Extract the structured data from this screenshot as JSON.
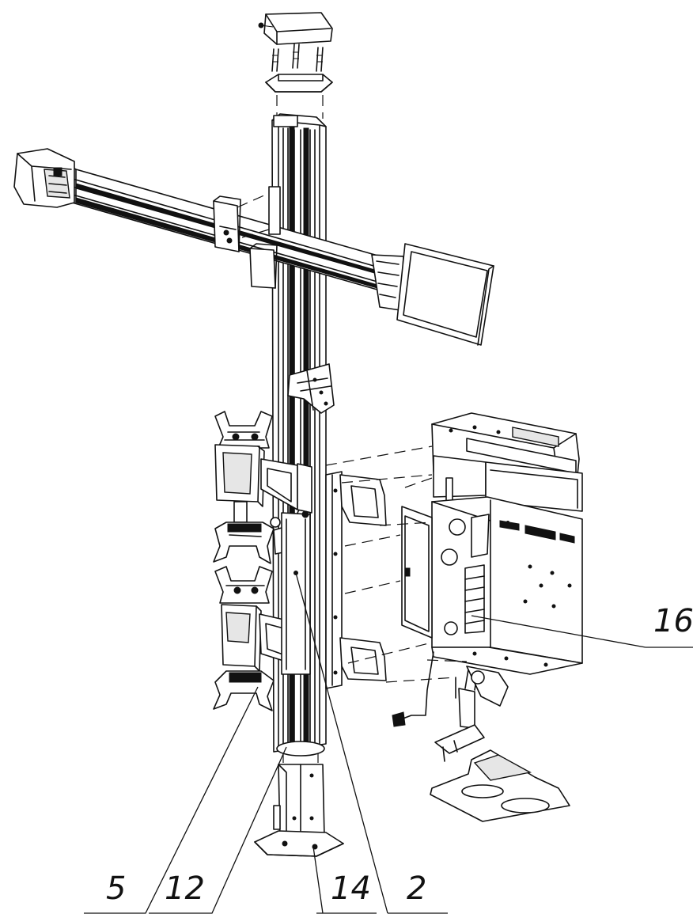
{
  "callouts": [
    {
      "id": "c5",
      "label": "5"
    },
    {
      "id": "c12",
      "label": "12"
    },
    {
      "id": "c14",
      "label": "14"
    },
    {
      "id": "c2",
      "label": "2"
    },
    {
      "id": "c16",
      "label": "16"
    }
  ]
}
